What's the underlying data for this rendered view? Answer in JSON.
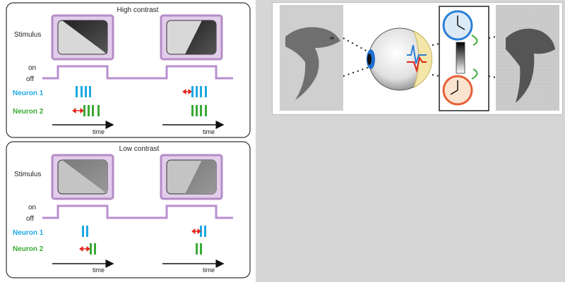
{
  "left_figure": {
    "panels": [
      {
        "title": "High contrast",
        "stimulus_label": "Stimulus",
        "on_label": "on",
        "off_label": "off",
        "neuron1_label": "Neuron 1",
        "neuron2_label": "Neuron 2",
        "time_label": "time",
        "time_label_right": "time",
        "contrast": "high"
      },
      {
        "title": "Low contrast",
        "stimulus_label": "Stimulus",
        "on_label": "on",
        "off_label": "off",
        "neuron1_label": "Neuron 1",
        "neuron2_label": "Neuron 2",
        "time_label": "time",
        "time_label_right": "time",
        "contrast": "low"
      }
    ]
  },
  "colors": {
    "neuron1": "#1ea9e1",
    "neuron2": "#3aaa35",
    "stimulus_frame": "#c69ad6",
    "trace": "#b98fcf",
    "delay_arrow": "#e2231a",
    "clock_blue": "#2b7fd4",
    "clock_red": "#e8603a",
    "eye_iris": "#1f6fd1"
  },
  "right_figure": {
    "icons": [
      "fish-photo",
      "eye-icon",
      "fast-clock-icon",
      "contrast-bar-icon",
      "slow-clock-icon",
      "blurred-fish-photo"
    ]
  }
}
